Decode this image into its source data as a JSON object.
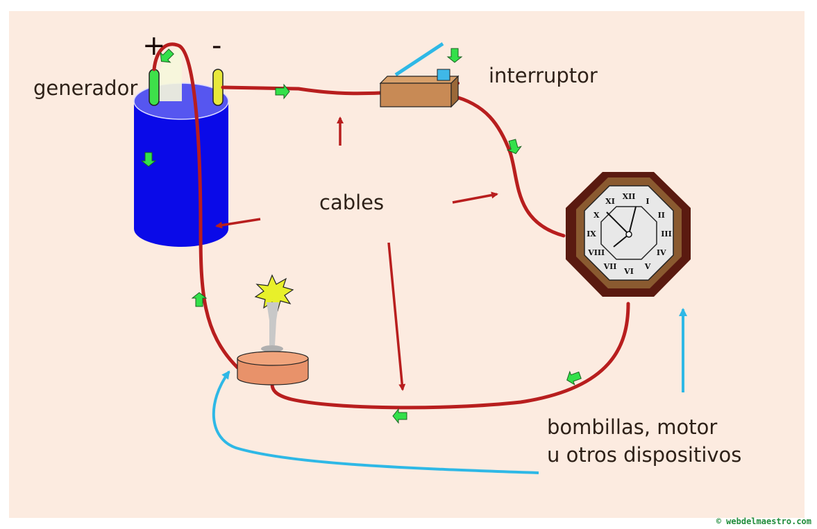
{
  "diagram": {
    "title": "Circuito eléctrico",
    "components": {
      "generator": {
        "label": "generador",
        "plus_sign": "+",
        "minus_sign": "-"
      },
      "switch": {
        "label": "interruptor"
      },
      "cables": {
        "label": "cables"
      },
      "devices": {
        "label_line1": "bombillas, motor",
        "label_line2": "u otros dispositivos"
      }
    },
    "clock_numerals": [
      "XII",
      "I",
      "II",
      "III",
      "IV",
      "V",
      "VI",
      "VII",
      "VIII",
      "IX",
      "X",
      "XI"
    ],
    "copyright": "© webdelmaestro.com",
    "colors": {
      "background": "#fcebe0",
      "wire": "#b81e1e",
      "current_arrow": "#33e04a",
      "pointer_arrow": "#b81e1e",
      "pointer_blue": "#2eb8e6",
      "generator_body": "#0a0ae8",
      "generator_top": "#5656f0"
    }
  }
}
